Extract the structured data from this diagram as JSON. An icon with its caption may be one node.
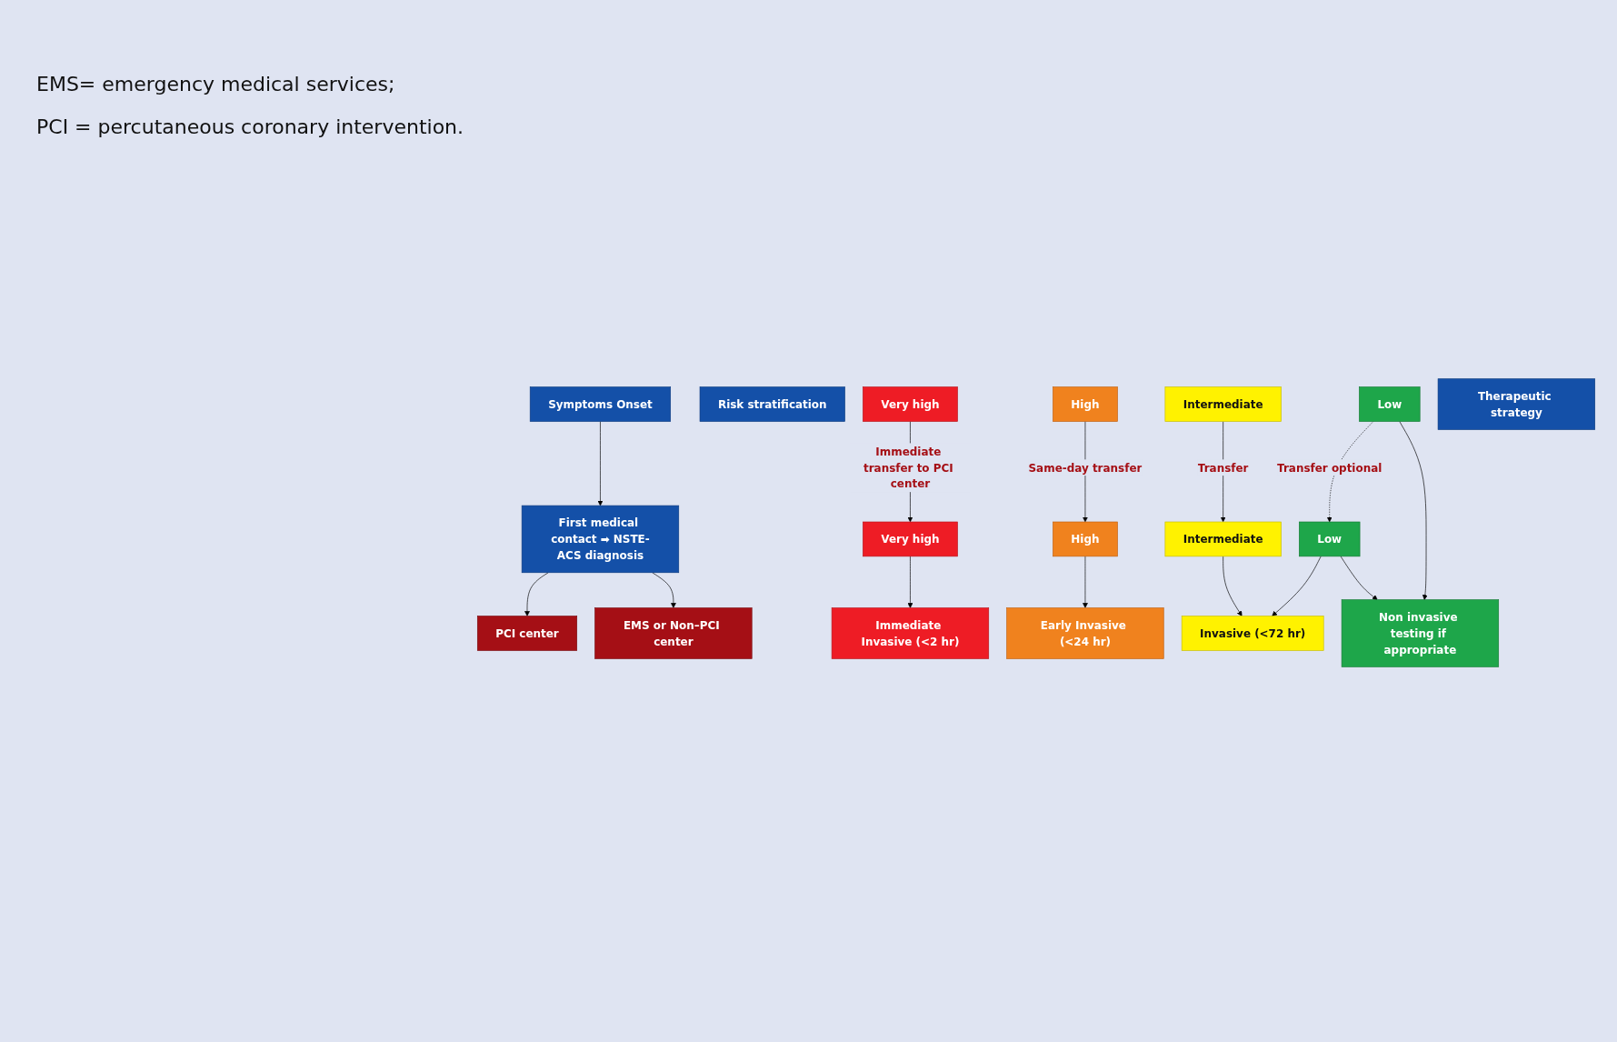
{
  "diagram": {
    "nodes": [
      {
        "text": [
          "Symptoms Onset"
        ]
      },
      {
        "text": [
          "First medical contact ➡ NSTE-ACS diagnosis"
        ]
      },
      {
        "text": [
          "PCI center"
        ]
      },
      {
        "text": [
          "EMS or Non–PCI center"
        ]
      },
      {
        "text": [
          "Risk stratification"
        ]
      },
      {
        "text": [
          "Very high"
        ]
      },
      {
        "text": [
          "Very high"
        ]
      },
      {
        "text": [
          "High"
        ]
      },
      {
        "text": [
          "High"
        ]
      },
      {
        "text": [
          "Intermediate"
        ]
      },
      {
        "text": [
          "Intermediate"
        ]
      },
      {
        "text": [
          "Low"
        ]
      },
      {
        "text": [
          "Low"
        ]
      },
      {
        "text": [
          "Therapeutic strategy"
        ]
      },
      {
        "text": [
          "Immediate Invasive (<2 hr)"
        ]
      },
      {
        "text": [
          "Early Invasive (<24 hr)"
        ]
      },
      {
        "text": [
          "Invasive (<72 hr)"
        ]
      },
      {
        "text": [
          "Non invasive testing if appropriate"
        ]
      }
    ],
    "edges": [
      {
        "from": 0,
        "to": 1,
        "arrow": "to"
      },
      {
        "from": 1,
        "to": 2,
        "arrow": "to"
      },
      {
        "from": 1,
        "to": 3,
        "arrow": "to"
      },
      {
        "from": 6,
        "to": 5,
        "arrow": "to",
        "label": "Immediate transfer to PCI center"
      },
      {
        "from": 8,
        "to": 7,
        "arrow": "to",
        "label": "Same-day transfer"
      },
      {
        "from": 10,
        "to": 9,
        "arrow": "to",
        "label": "Transfer"
      },
      {
        "from": 12,
        "to": 11,
        "arrow": "to",
        "label": "Transfer optional",
        "style": "dashed"
      },
      {
        "from": 5,
        "to": 14,
        "arrow": "to"
      },
      {
        "from": 7,
        "to": 15,
        "arrow": "to"
      },
      {
        "from": 9,
        "to": 16,
        "arrow": "to"
      },
      {
        "from": 11,
        "to": 16,
        "arrow": "to"
      },
      {
        "from": 11,
        "to": 17,
        "arrow": "to"
      },
      {
        "from": 12,
        "to": 17,
        "arrow": "to"
      }
    ],
    "labels": [
      "EMS= emergency medical services;",
      "PCI = percutaneous coronary intervention."
    ]
  }
}
